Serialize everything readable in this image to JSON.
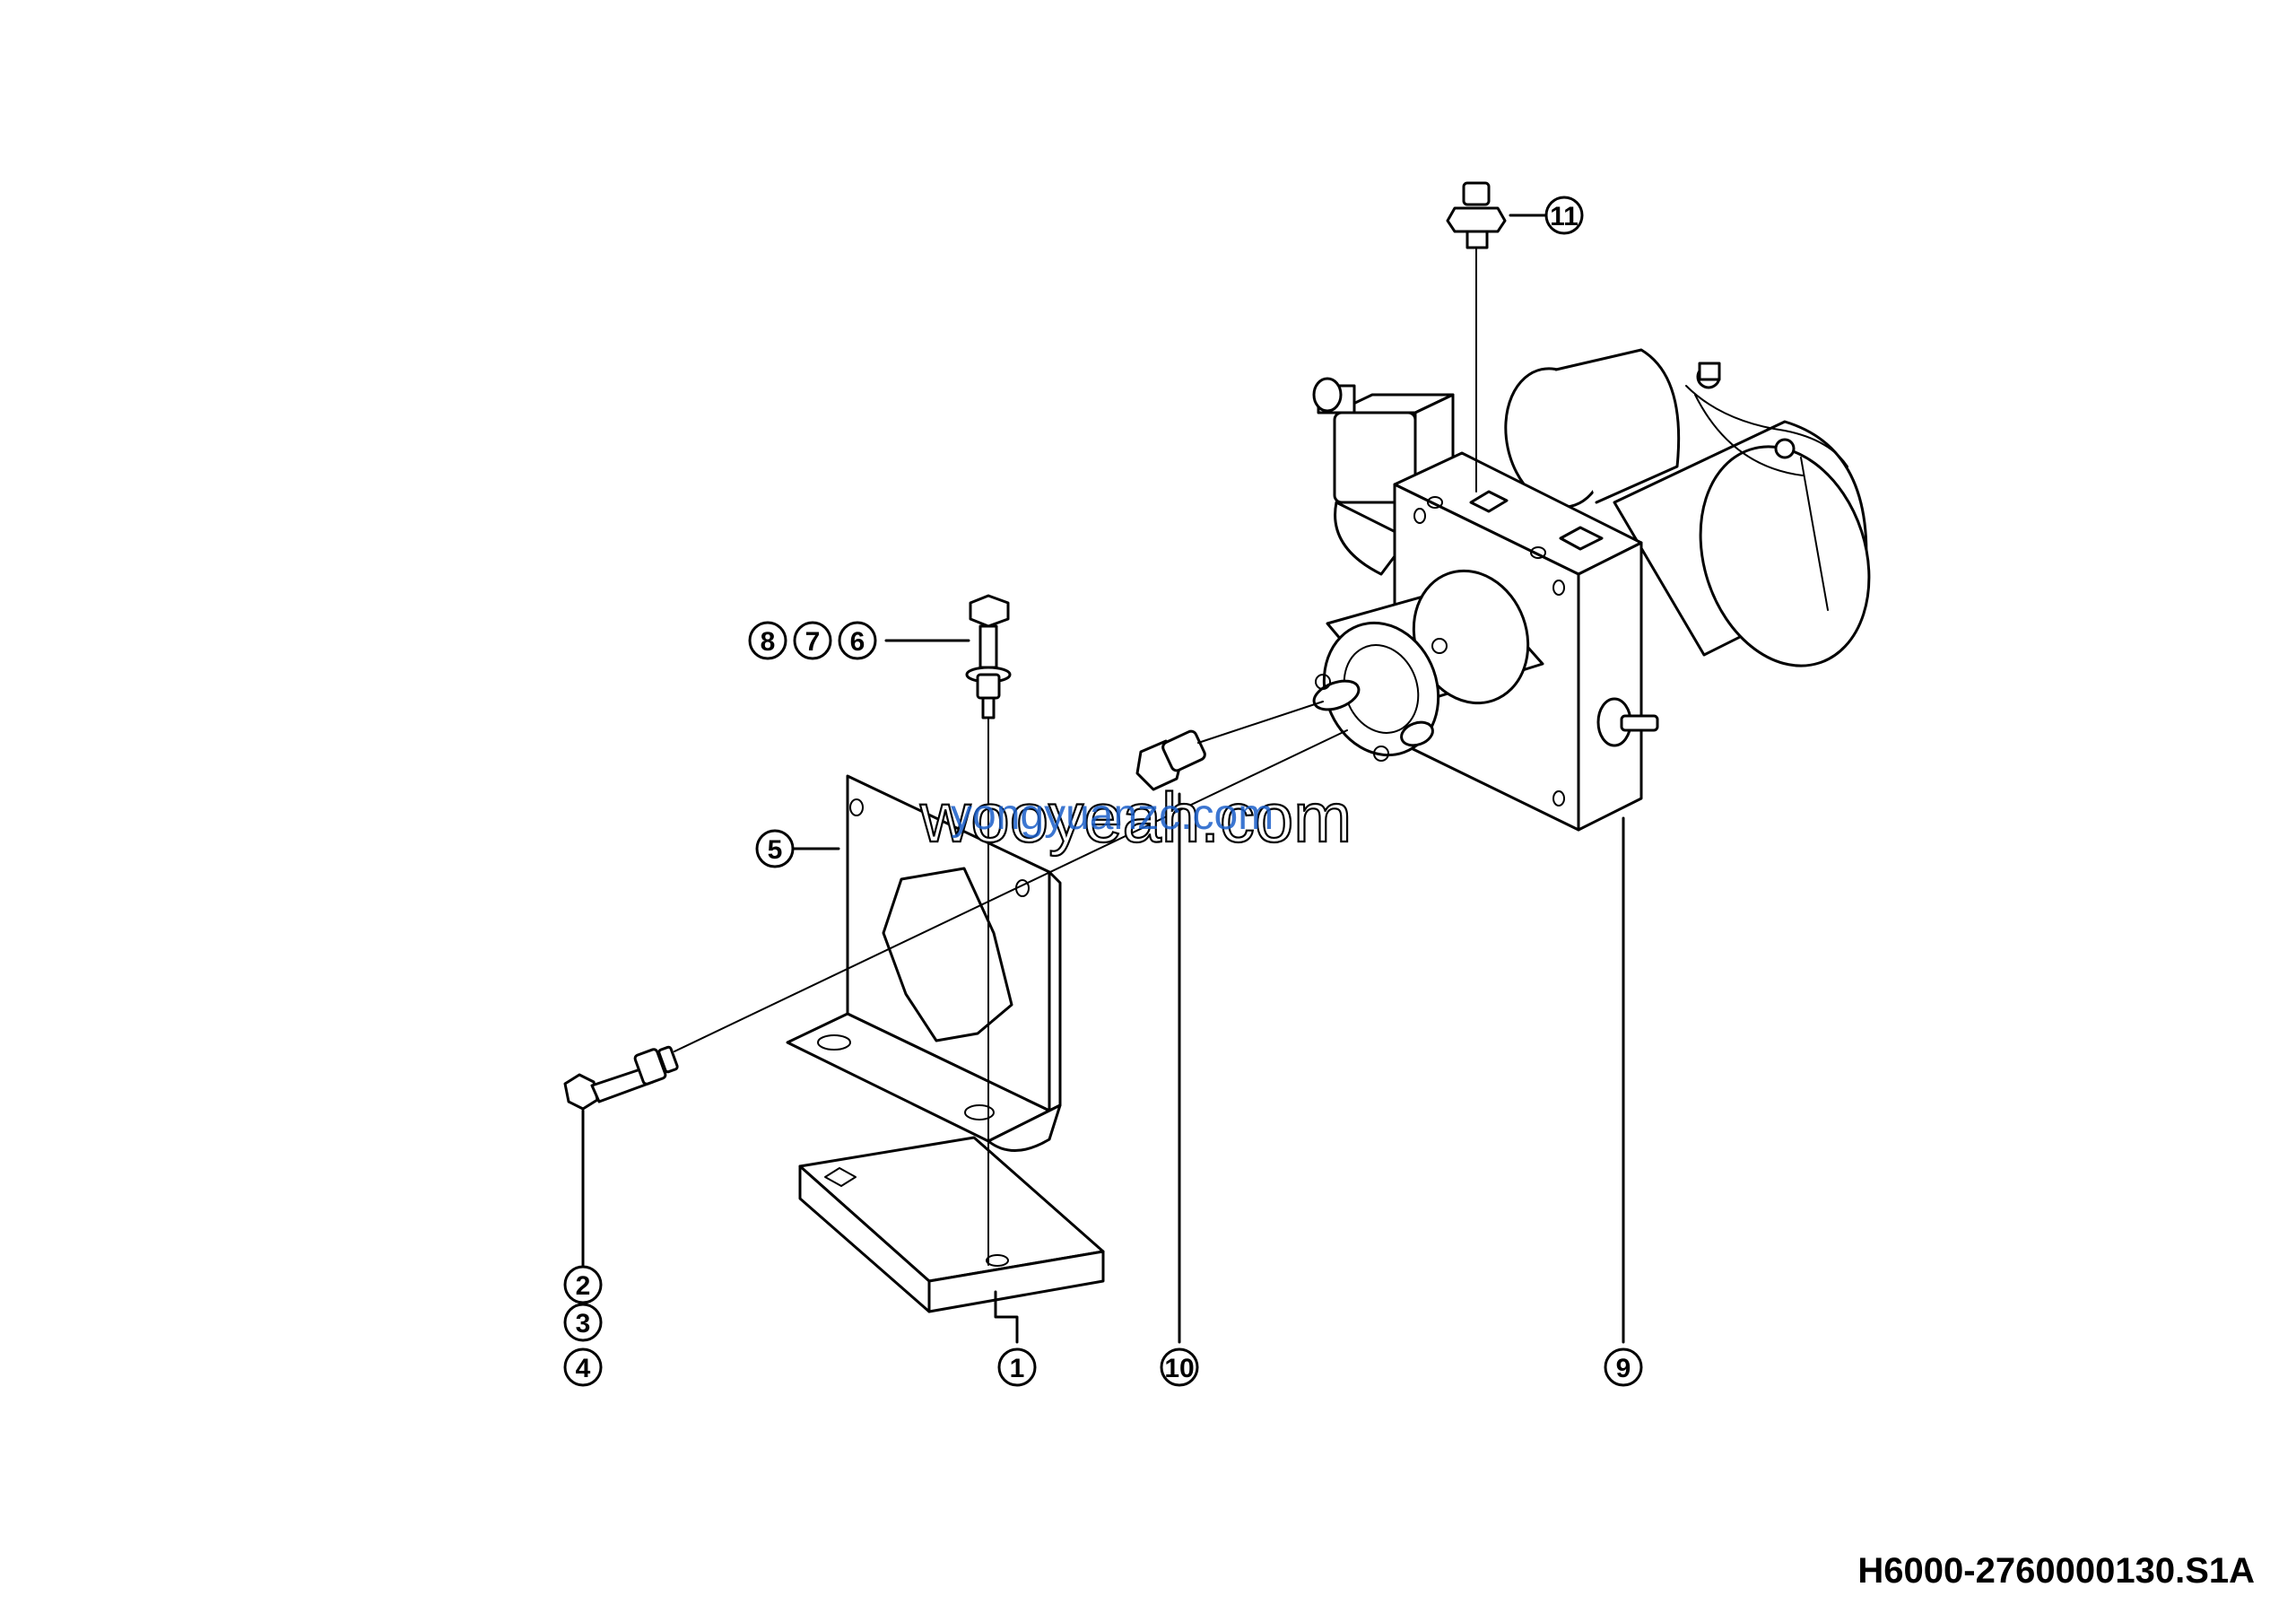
{
  "drawing_id": "H6000-2760000130.S1A",
  "watermark": "wooyeah.com",
  "watermark_overlay": "yongyuanzc.com",
  "callouts": {
    "c1": "1",
    "c2": "2",
    "c3": "3",
    "c4": "4",
    "c5": "5",
    "c6": "6",
    "c7": "7",
    "c8": "8",
    "c9": "9",
    "c10": "10",
    "c11": "11"
  }
}
